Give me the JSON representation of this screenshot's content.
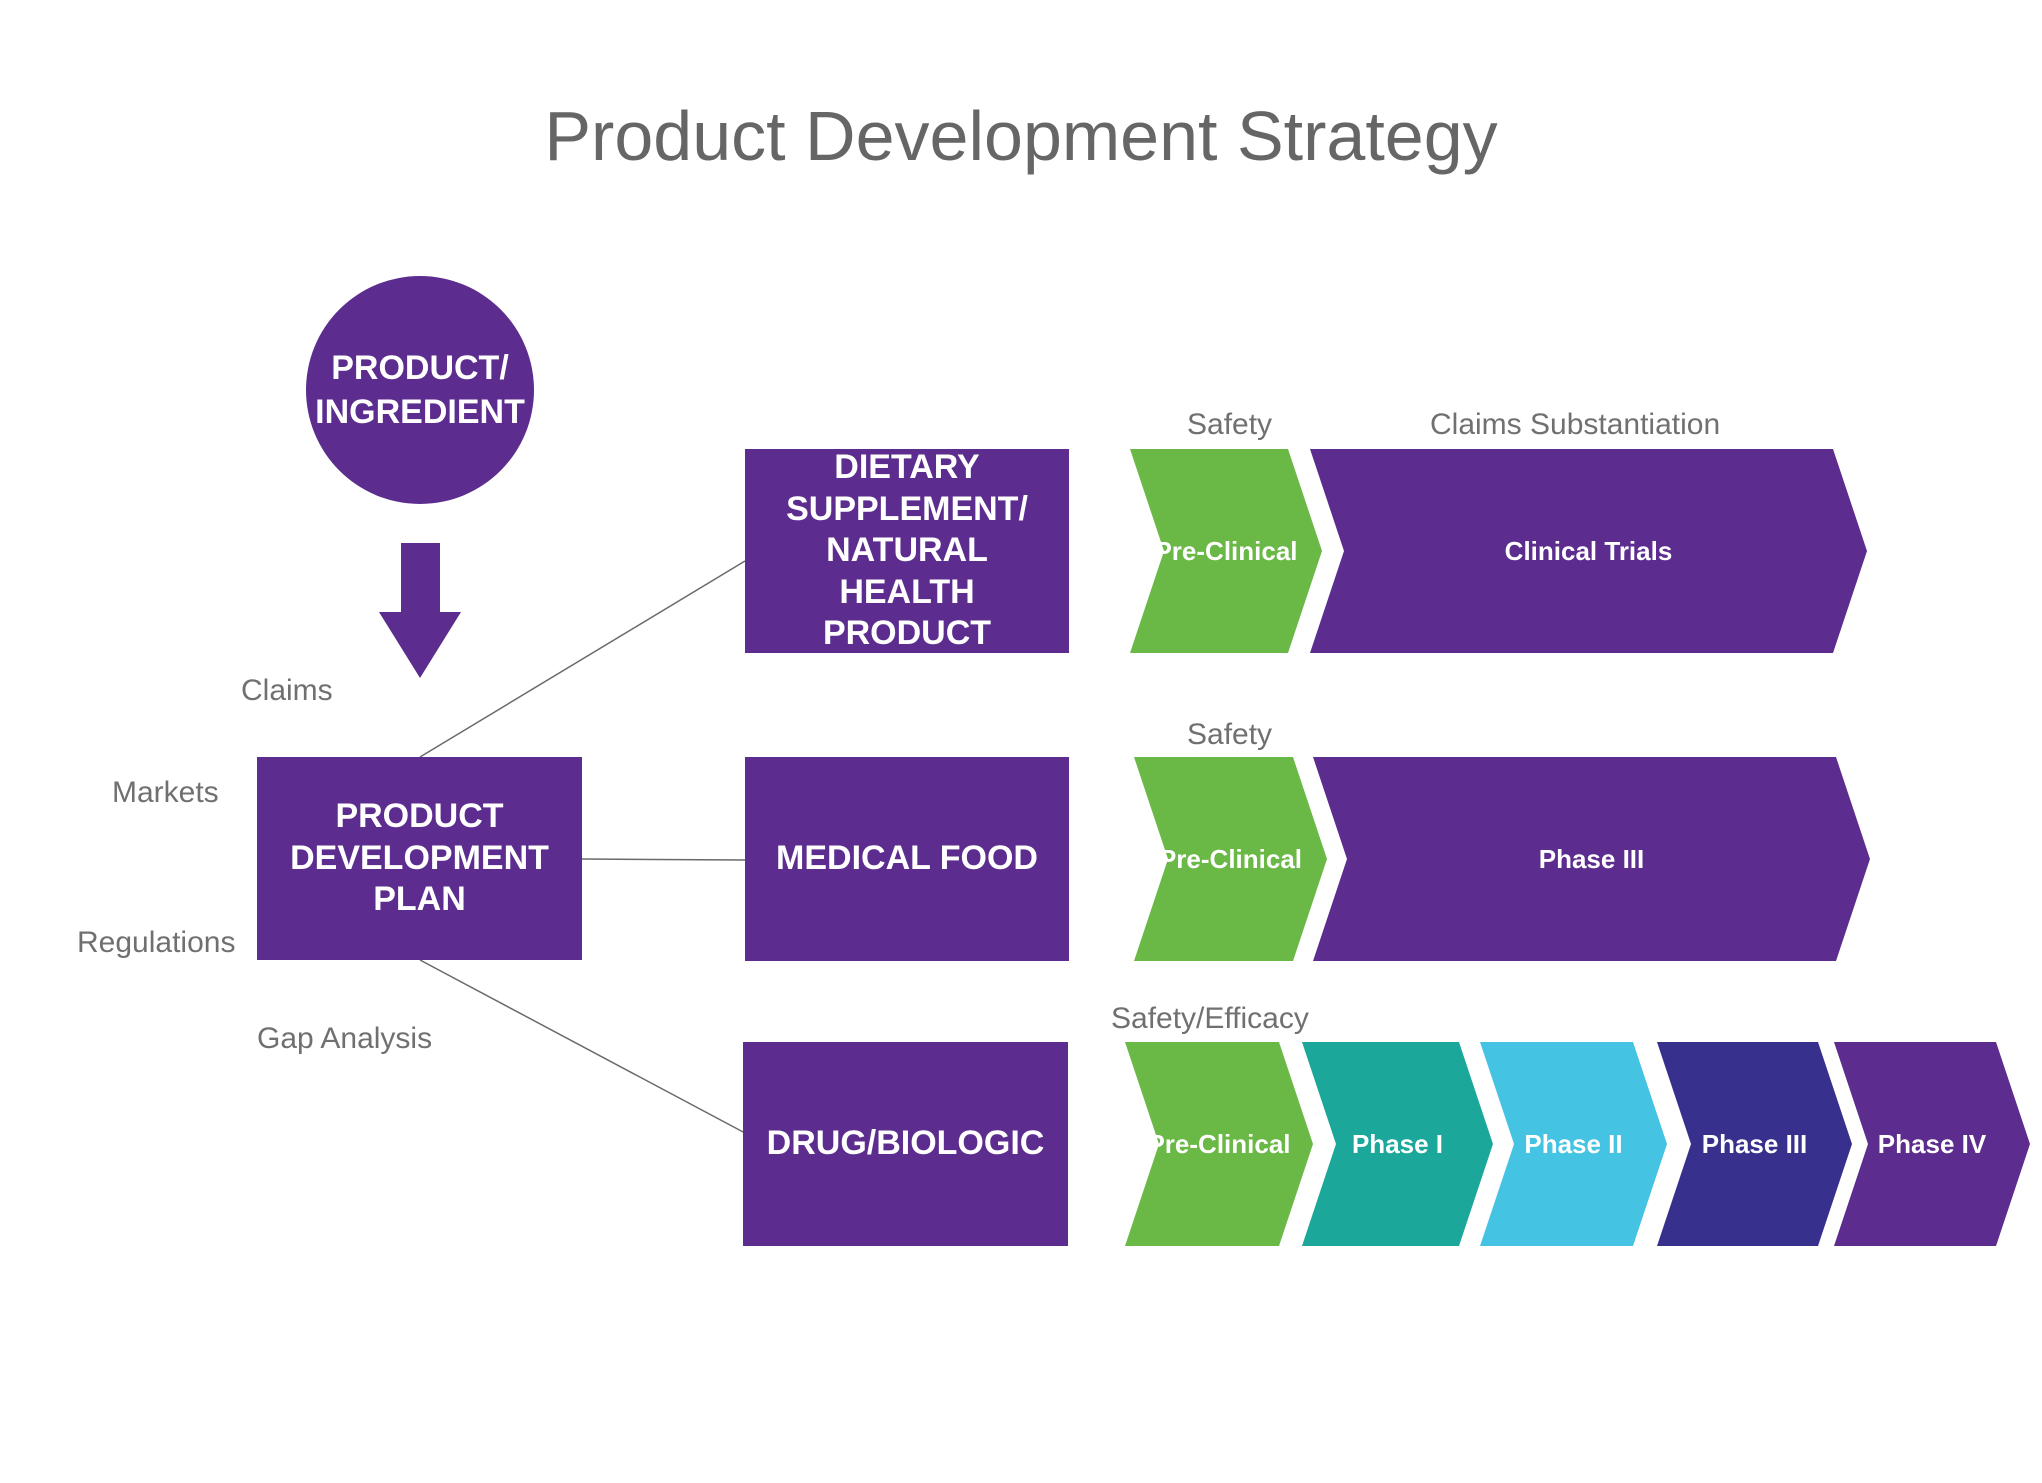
{
  "title": "Product Development Strategy",
  "colors": {
    "purple": "#5c2d8f",
    "green": "#6ab845",
    "teal": "#1ba89b",
    "lightblue": "#45c3e2",
    "navy": "#37308c",
    "label_gray": "#707070"
  },
  "source": {
    "circle_label": "PRODUCT/\nINGREDIENT",
    "arrow_icon": "arrow-down-icon"
  },
  "plan": {
    "label": "PRODUCT\nDEVELOPMENT\nPLAN",
    "side_labels": {
      "claims": "Claims",
      "markets": "Markets",
      "regulations": "Regulations",
      "gap_analysis": "Gap Analysis"
    }
  },
  "tracks": [
    {
      "name": "DIETARY\nSUPPLEMENT/\nNATURAL HEALTH\nPRODUCT",
      "annotations": [
        "Safety",
        "Claims Substantiation"
      ],
      "stages": [
        {
          "label": "Pre-Clinical",
          "color": "green"
        },
        {
          "label": "Clinical Trials",
          "color": "purple"
        }
      ]
    },
    {
      "name": "MEDICAL FOOD",
      "annotations": [
        "Safety"
      ],
      "stages": [
        {
          "label": "Pre-Clinical",
          "color": "green"
        },
        {
          "label": "Phase III",
          "color": "purple"
        }
      ]
    },
    {
      "name": "DRUG/BIOLOGIC",
      "annotations": [
        "Safety/Efficacy"
      ],
      "stages": [
        {
          "label": "Pre-Clinical",
          "color": "green"
        },
        {
          "label": "Phase I",
          "color": "teal"
        },
        {
          "label": "Phase II",
          "color": "lightblue"
        },
        {
          "label": "Phase III",
          "color": "navy"
        },
        {
          "label": "Phase IV",
          "color": "purple"
        }
      ]
    }
  ]
}
